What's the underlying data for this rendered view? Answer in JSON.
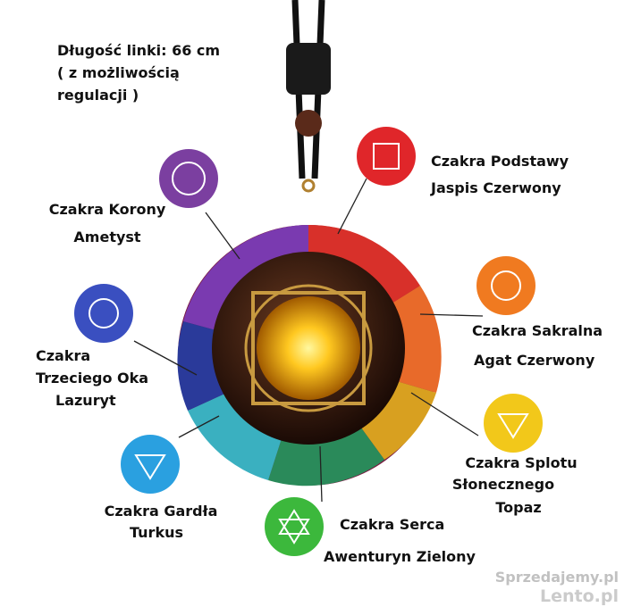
{
  "info": {
    "line1": "Długość linki: 66 cm",
    "line2": "( z możliwością",
    "line3": "regulacji )"
  },
  "chakras": [
    {
      "name": "Czakra Korony",
      "stone": "Ametyst",
      "color": "#7b3fa0"
    },
    {
      "name": "Czakra Podstawy",
      "stone": "Jaspis Czerwony",
      "color": "#e0262a"
    },
    {
      "name": "Czakra Sakralna",
      "stone": "Agat Czerwony",
      "color": "#f07a20"
    },
    {
      "name_l1": "Czakra",
      "name_l2": "Trzeciego Oka",
      "stone": "Lazuryt",
      "color": "#3a4fc0"
    },
    {
      "name_l1": "Czakra Splotu",
      "name_l2": "Słonecznego",
      "stone": "Topaz",
      "color": "#f2c81a"
    },
    {
      "name": "Czakra Gardła",
      "stone": "Turkus",
      "color": "#2aa0e0"
    },
    {
      "name": "Czakra Serca",
      "stone": "Awenturyn Zielony",
      "color": "#3cb83c"
    }
  ],
  "watermark": {
    "back": "Sprzedajemy.pl",
    "front": "Lento.pl"
  }
}
